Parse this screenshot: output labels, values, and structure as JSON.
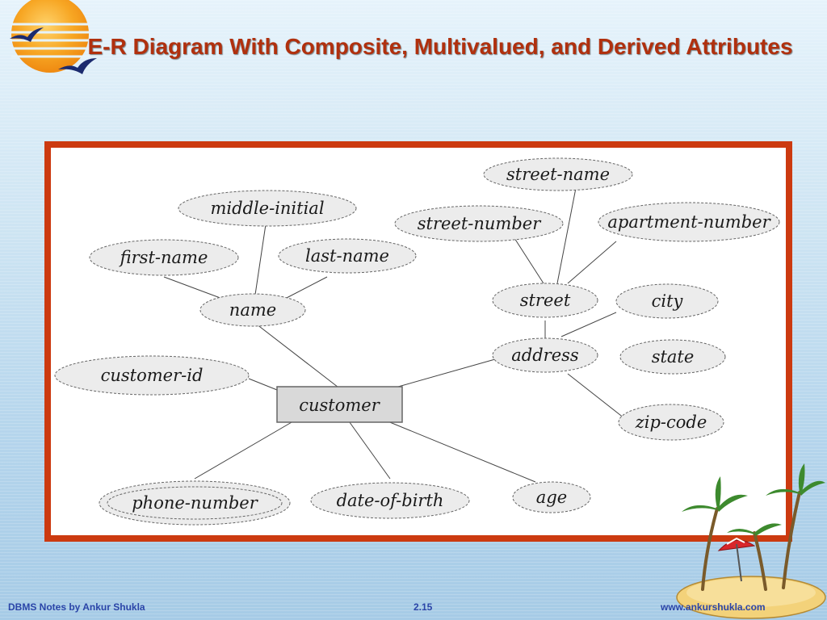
{
  "slide": {
    "title": "E-R Diagram With Composite, Multivalued, and Derived Attributes",
    "footer_left": "DBMS Notes by Ankur Shukla",
    "footer_center": "2.15",
    "footer_right": "www.ankurshukla.com"
  },
  "diagram": {
    "entity": "customer",
    "attributes": {
      "customer_id": "customer-id",
      "name": "name",
      "first_name": "first-name",
      "middle_initial": "middle-initial",
      "last_name": "last-name",
      "address": "address",
      "street": "street",
      "street_name": "street-name",
      "street_number": "street-number",
      "apartment_number": "apartment-number",
      "city": "city",
      "state": "state",
      "zip_code": "zip-code",
      "phone_number": "phone-number",
      "date_of_birth": "date-of-birth",
      "age": "age"
    }
  },
  "colors": {
    "title": "#b0300e",
    "frame_border": "#cc3a10",
    "entity_fill": "#d9d9d9",
    "attribute_fill": "#ececec",
    "footer_text": "#2b45a8"
  }
}
